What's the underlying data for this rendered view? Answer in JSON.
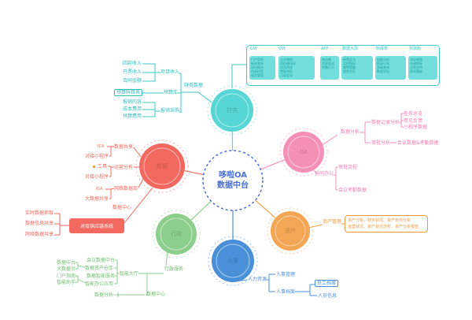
{
  "palette": {
    "cyan": "#58d5d5",
    "pink": "#f48fb8",
    "orange": "#f3a653",
    "blue": "#4a90d8",
    "green": "#8ccf8c",
    "red": "#f4695f",
    "center_blue": "#4a6fd0"
  },
  "center": {
    "line1": "哆啦OA",
    "line2": "数据中台"
  },
  "satellites": {
    "finance": "财务",
    "analysis": "OA",
    "asset": "资产",
    "hr": "人事",
    "admin": "行政",
    "share": "数据"
  },
  "top_panel": {
    "labels": [
      "GW",
      "QW",
      "APP",
      "数据大屏",
      "BI报表",
      "驾驶舱"
    ],
    "boxes": [
      {
        "lines": [
          "门户官网",
          "新闻发布",
          "访问统计",
          "内容检索",
          "留言管理"
        ]
      },
      {
        "lines": [
          "企业微信",
          "组织通讯录",
          "应用消息",
          "审批待办",
          "日程会议"
        ]
      },
      {
        "lines": [
          "移动端",
          "消息推送",
          "考勤打卡"
        ]
      },
      {
        "lines": [
          "经营总览",
          "实时指标",
          "预警提醒",
          "趋势分析"
        ]
      },
      {
        "lines": [
          "自助分析",
          "报表订阅",
          "多维查询",
          "数据导出"
        ]
      },
      {
        "lines": [
          "领导视图",
          "关键指标",
          "决策支持",
          "绩效看板"
        ]
      }
    ]
  },
  "finance": {
    "node": "财务数据",
    "mid1": "项目收入",
    "mid2": "预算库",
    "mid3": "报销采购",
    "c1a": "回款收入",
    "c1b": "开票收入",
    "c1c": "合同金额",
    "c2a": "预算科目表",
    "c3a": "报销内容",
    "c3b": "成本费用",
    "c3c": "预算费用"
  },
  "analysis": {
    "node": "数据分析",
    "c1": "数据记录分析",
    "c1a": "任务总览",
    "c1b": "意见反馈",
    "c1c": "小程序数据",
    "c2": "审批分析",
    "c2a": "会议数据&考勤数据",
    "node2": "协同办公",
    "c3": "审批流程",
    "c4": "会议考勤数据"
  },
  "asset": {
    "node": "资产管理",
    "box_line1": "资产分析、财务状况、资产负债分析",
    "box_line2": "运营状况、资产状况分析、资产分析报告"
  },
  "hr": {
    "node": "人力资源",
    "c1": "人事管理",
    "c2": "人事档案",
    "c2a": "员工档案",
    "c2b": "人员信息"
  },
  "admin": {
    "node": "行政服务",
    "c1": "智能大厅",
    "c2": "数据中心",
    "c2a": "数据分析",
    "m1": "会议数据中台",
    "m2": "数据资产仓库",
    "m3": "数据智能服务",
    "m4": "智能办公应用",
    "l1": "数据中台",
    "l2": "大数据台",
    "l3": "门户指南",
    "l4": "智能助手"
  },
  "share": {
    "a": "数据共享",
    "a1": "ICA",
    "a2": "对接小程序",
    "b": "运营分析",
    "b1": "工具",
    "b2": "对接小程序",
    "c": "网络数据部",
    "c1": "ICA",
    "c2": "大数据共享",
    "d": "数据中心",
    "box": "对接供应链系统",
    "l1": "实时数据抓取",
    "l2": "数据信息共享",
    "l3": "网络数据共享"
  }
}
